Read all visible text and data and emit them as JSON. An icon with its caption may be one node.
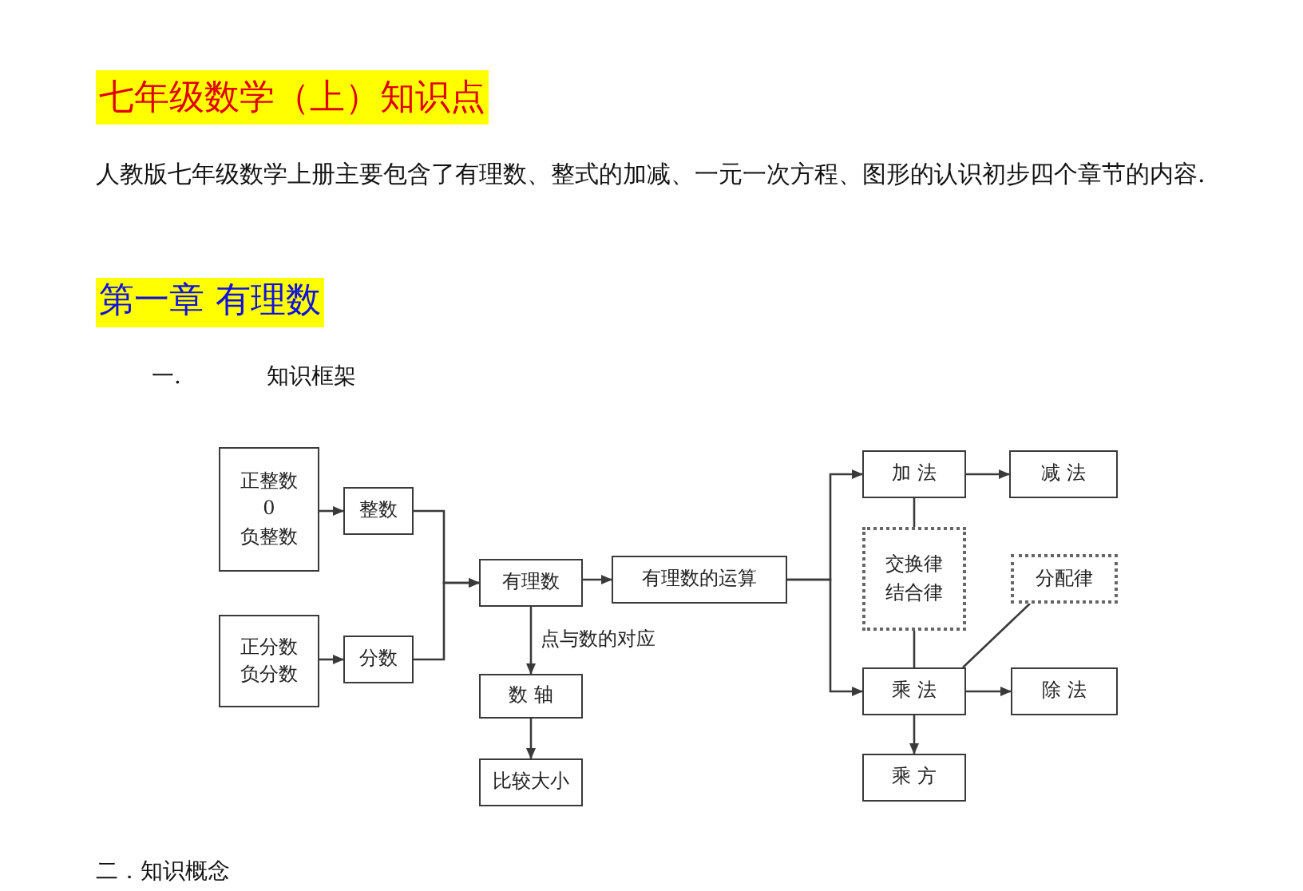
{
  "diagram": {
    "title": "七年级数学（上）知识点",
    "nodes": [
      {
        "text": [
          "正整数",
          "0",
          "负整数"
        ]
      },
      {
        "text": [
          "整数"
        ]
      },
      {
        "text": [
          "正分数",
          "负分数"
        ]
      },
      {
        "text": [
          "分数"
        ]
      },
      {
        "text": [
          "有理数"
        ]
      },
      {
        "text": [
          "有理数的运算"
        ]
      },
      {
        "text": [
          "加 法"
        ]
      },
      {
        "text": [
          "减 法"
        ]
      },
      {
        "text": [
          "交换律",
          "结合律"
        ]
      },
      {
        "text": [
          "分配律"
        ]
      },
      {
        "text": [
          "乘 法"
        ]
      },
      {
        "text": [
          "除 法"
        ]
      },
      {
        "text": [
          "乘 方"
        ]
      },
      {
        "text": [
          "数 轴"
        ]
      },
      {
        "text": [
          "比较大小"
        ]
      }
    ],
    "edges": [
      {
        "from": 0,
        "to": 1,
        "arrow": "to"
      },
      {
        "from": 2,
        "to": 3,
        "arrow": "to"
      },
      {
        "from": 1,
        "to": 4,
        "arrow": "to"
      },
      {
        "from": 3,
        "to": 4,
        "arrow": "to"
      },
      {
        "from": 4,
        "to": 5,
        "arrow": "to"
      },
      {
        "from": 5,
        "to": 6,
        "arrow": "to"
      },
      {
        "from": 5,
        "to": 10,
        "arrow": "to"
      },
      {
        "from": 6,
        "to": 7,
        "arrow": "to"
      },
      {
        "from": 10,
        "to": 11,
        "arrow": "to"
      },
      {
        "from": 10,
        "to": 12,
        "arrow": "to"
      },
      {
        "from": 6,
        "to": 8,
        "arrow": "none"
      },
      {
        "from": 8,
        "to": 10,
        "arrow": "none"
      },
      {
        "from": 10,
        "to": 9,
        "arrow": "none"
      },
      {
        "from": 4,
        "to": 13,
        "arrow": "to",
        "label": "点与数的对应"
      },
      {
        "from": 13,
        "to": 14,
        "arrow": "to"
      }
    ],
    "labels": [
      "人教版七年级数学上册主要包含了有理数、整式的加减、一元一次方程、图形的认识初步四个章节的内容.",
      "第一章 有理数",
      "一.",
      "知识框架",
      "二．知识概念"
    ]
  }
}
